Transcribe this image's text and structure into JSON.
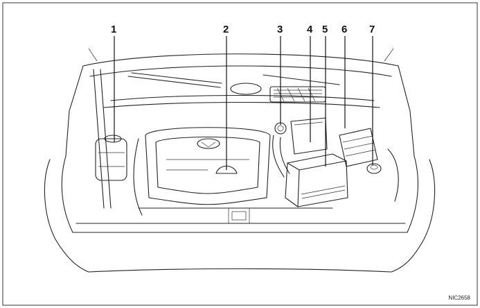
{
  "diagram": {
    "callouts": [
      {
        "id": "1",
        "label": "1"
      },
      {
        "id": "2",
        "label": "2"
      },
      {
        "id": "3",
        "label": "3"
      },
      {
        "id": "4",
        "label": "4"
      },
      {
        "id": "5",
        "label": "5"
      },
      {
        "id": "6",
        "label": "6"
      },
      {
        "id": "7",
        "label": "7"
      }
    ],
    "figure_code": "NIC2658"
  },
  "colors": {
    "line": "#222222",
    "border": "#333333",
    "background": "#ffffff"
  }
}
